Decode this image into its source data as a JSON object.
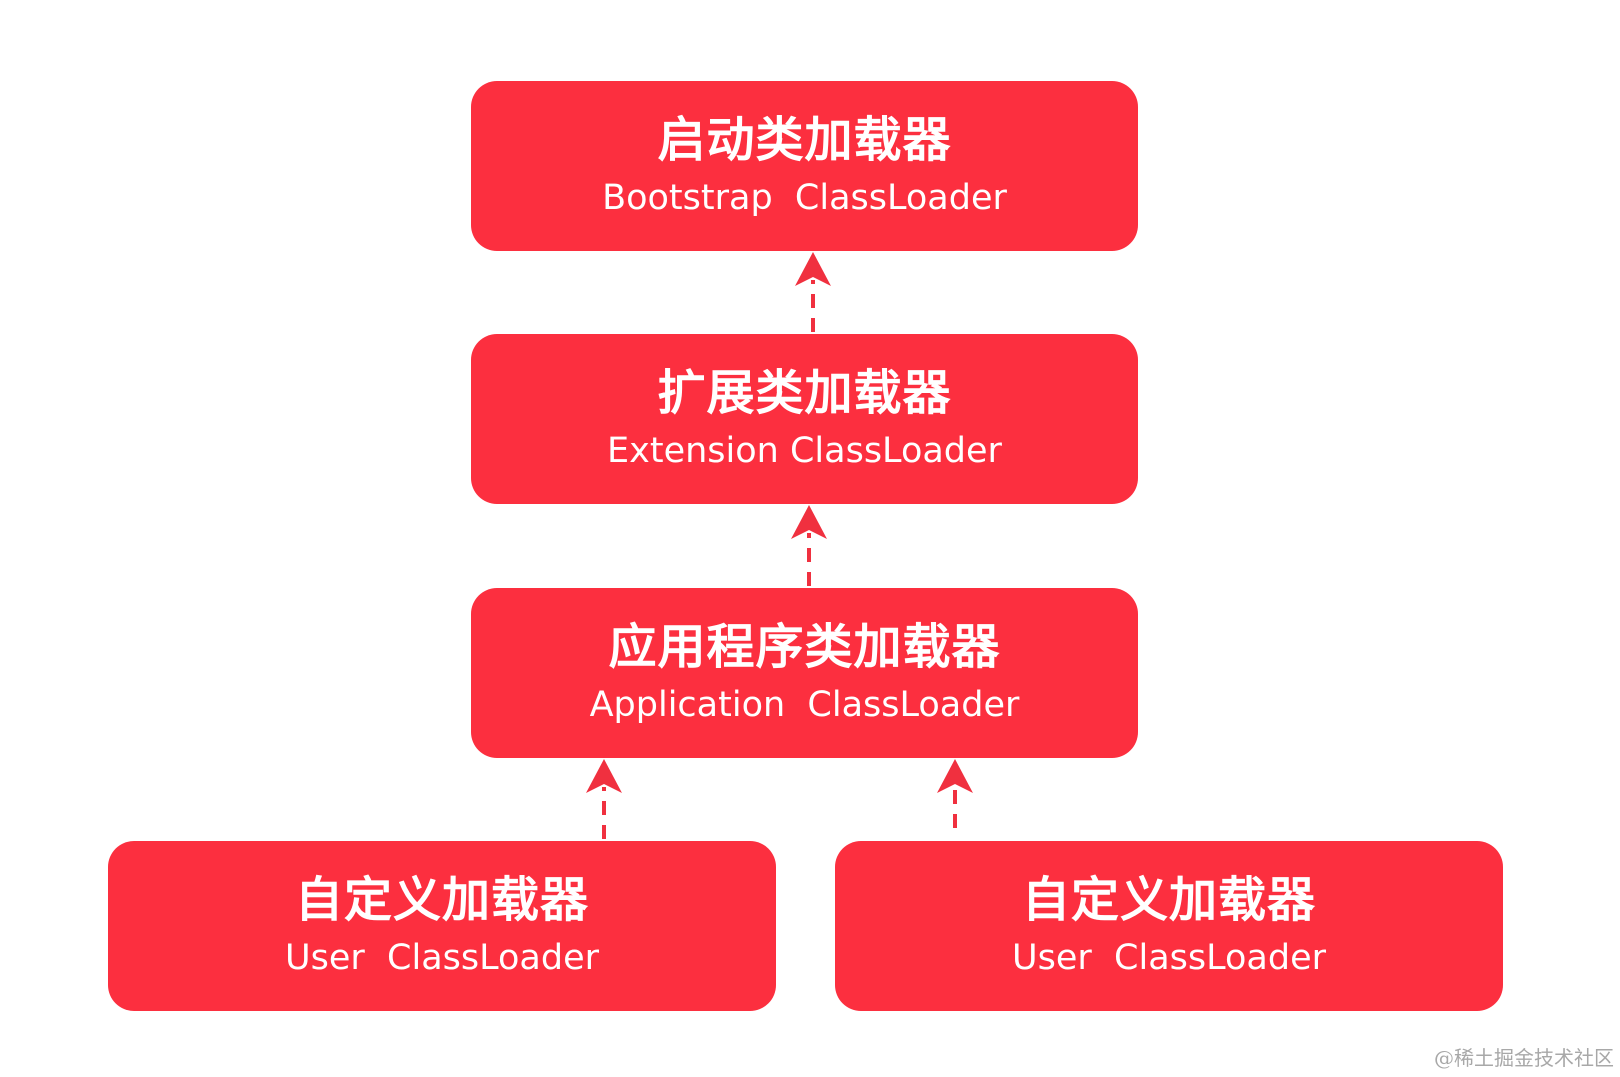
{
  "colors": {
    "node_fill": "#fc2f3f",
    "node_text": "#ffffff",
    "arrow": "#f0303f",
    "watermark": "#a8a8a8"
  },
  "nodes": {
    "bootstrap": {
      "title": "启动类加载器",
      "subtitle": "Bootstrap  ClassLoader"
    },
    "extension": {
      "title": "扩展类加载器",
      "subtitle": "Extension ClassLoader"
    },
    "application": {
      "title": "应用程序类加载器",
      "subtitle": "Application  ClassLoader"
    },
    "user_left": {
      "title": "自定义加载器",
      "subtitle": "User  ClassLoader"
    },
    "user_right": {
      "title": "自定义加载器",
      "subtitle": "User  ClassLoader"
    }
  },
  "edges": [
    {
      "from": "extension",
      "to": "bootstrap",
      "style": "dashed"
    },
    {
      "from": "application",
      "to": "extension",
      "style": "dashed"
    },
    {
      "from": "user_left",
      "to": "application",
      "style": "dashed"
    },
    {
      "from": "user_right",
      "to": "application",
      "style": "dashed"
    }
  ],
  "watermark": "@稀土掘金技术社区"
}
